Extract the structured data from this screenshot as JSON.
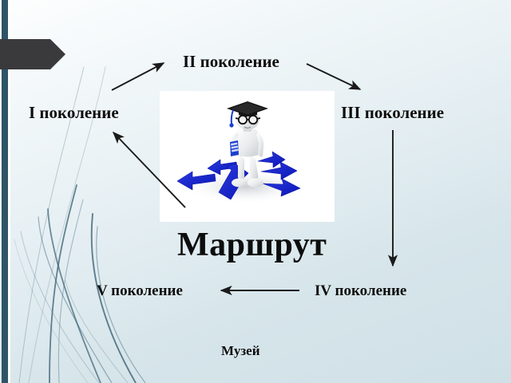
{
  "slide": {
    "title": "Маршрут",
    "footer_label": "Музей",
    "background_colors": {
      "gradient_top": "#fdfefe",
      "gradient_bottom": "#cfe0e7",
      "edge_bar": "#2e5467",
      "banner": "#3a3a3c",
      "decor_line": "#3c6275",
      "text": "#0d0d0d",
      "arrow": "#1b1b1b",
      "blue_arrow": "#1a26cf"
    }
  },
  "nodes": [
    {
      "id": "gen1",
      "label": "I поколение"
    },
    {
      "id": "gen2",
      "label": "II поколение"
    },
    {
      "id": "gen3",
      "label": "III поколение"
    },
    {
      "id": "gen4",
      "label": "IV поколение"
    },
    {
      "id": "gen5",
      "label": "V поколение"
    }
  ],
  "connectors": [
    {
      "id": "c1",
      "from": "I поколение",
      "to": "II поколение",
      "direction": "up-right"
    },
    {
      "id": "c2",
      "from": "II поколение",
      "to": "III поколение",
      "direction": "down-right"
    },
    {
      "id": "c3",
      "from": "III поколение",
      "to": "IV поколение",
      "direction": "down"
    },
    {
      "id": "c4",
      "from": "IV поколение",
      "to": "V поколение",
      "direction": "left"
    },
    {
      "id": "c5",
      "from": "V поколение",
      "to": "I поколение",
      "direction": "up-left"
    }
  ],
  "picture": {
    "alt": "3D figure wearing graduation cap and glasses holding a book, surrounded by blue arrows pointing outward",
    "figure_color": "#e8eaec",
    "cap_color": "#1b1b1b",
    "book_color": "#1a3fd0",
    "arrow_count": 6
  },
  "banner": {
    "shape": "pentagon-arrow",
    "label": ""
  }
}
